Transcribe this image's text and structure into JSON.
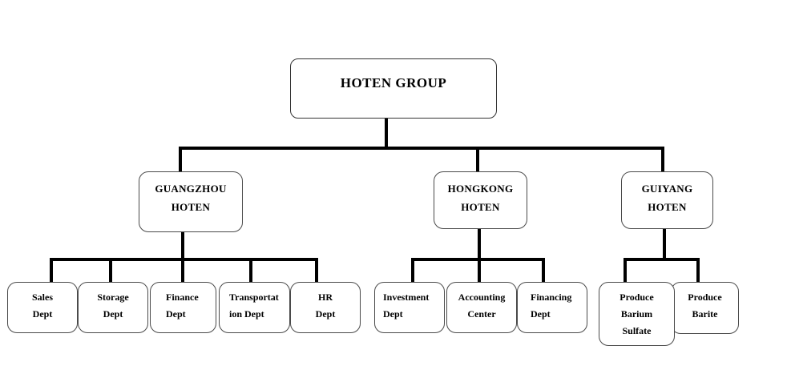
{
  "org": {
    "root": {
      "label": "HOTEN GROUP"
    },
    "subsidiaries": [
      {
        "name": "guangzhou-hoten",
        "lines": [
          "GUANGZHOU",
          "HOTEN"
        ]
      },
      {
        "name": "hongkong-hoten",
        "lines": [
          "HONGKONG",
          "HOTEN"
        ]
      },
      {
        "name": "guiyang-hoten",
        "lines": [
          "GUIYANG",
          "HOTEN"
        ]
      }
    ],
    "departments": [
      {
        "name": "sales-dept",
        "lines": [
          "Sales",
          "Dept"
        ]
      },
      {
        "name": "storage-dept",
        "lines": [
          "Storage",
          "Dept"
        ]
      },
      {
        "name": "finance-dept",
        "lines": [
          "Finance",
          "Dept"
        ]
      },
      {
        "name": "transportation-dept",
        "lines": [
          "Transportat",
          "ion Dept"
        ]
      },
      {
        "name": "hr-dept",
        "lines": [
          "HR",
          "Dept"
        ]
      },
      {
        "name": "investment-dept",
        "lines": [
          "Investment",
          "Dept"
        ]
      },
      {
        "name": "accounting-center",
        "lines": [
          "Accounting",
          "Center"
        ]
      },
      {
        "name": "financing-dept",
        "lines": [
          "Financing",
          "Dept"
        ]
      },
      {
        "name": "produce-barium-sulfate",
        "lines": [
          "Produce",
          "Barium",
          "Sulfate"
        ]
      },
      {
        "name": "produce-barite",
        "lines": [
          "Produce",
          "Barite"
        ]
      }
    ],
    "colors": {
      "line": "#000000",
      "box_border": "#4a4a4a",
      "text": "#000000",
      "background": "#ffffff"
    }
  }
}
